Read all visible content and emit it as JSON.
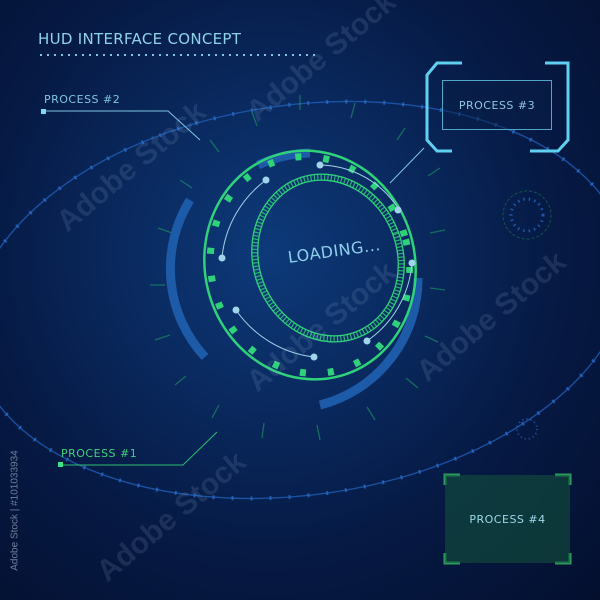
{
  "header": {
    "title": "HUD INTERFACE CONCEPT"
  },
  "processes": [
    {
      "id": 1,
      "label": "PROCESS #1",
      "color": "#3fd17e"
    },
    {
      "id": 2,
      "label": "PROCESS #2",
      "color": "#7fc6e0"
    },
    {
      "id": 3,
      "label": "PROCESS #3",
      "color": "#8fc7de"
    },
    {
      "id": 4,
      "label": "PROCESS #4",
      "color": "#9fd8ea"
    }
  ],
  "loader": {
    "status_text": "LOADING...",
    "ring_color": "#2fd27a",
    "arc_color": "#1d5aa8",
    "node_color": "#9fd4ea"
  },
  "watermark": {
    "vertical_text": "Adobe Stock | #101033934",
    "tiled_text": "Adobe Stock"
  },
  "colors": {
    "background": "#061a45",
    "accent_cyan": "#5fd0f0",
    "accent_green": "#3fd17e",
    "accent_blue": "#1d5aa8"
  }
}
